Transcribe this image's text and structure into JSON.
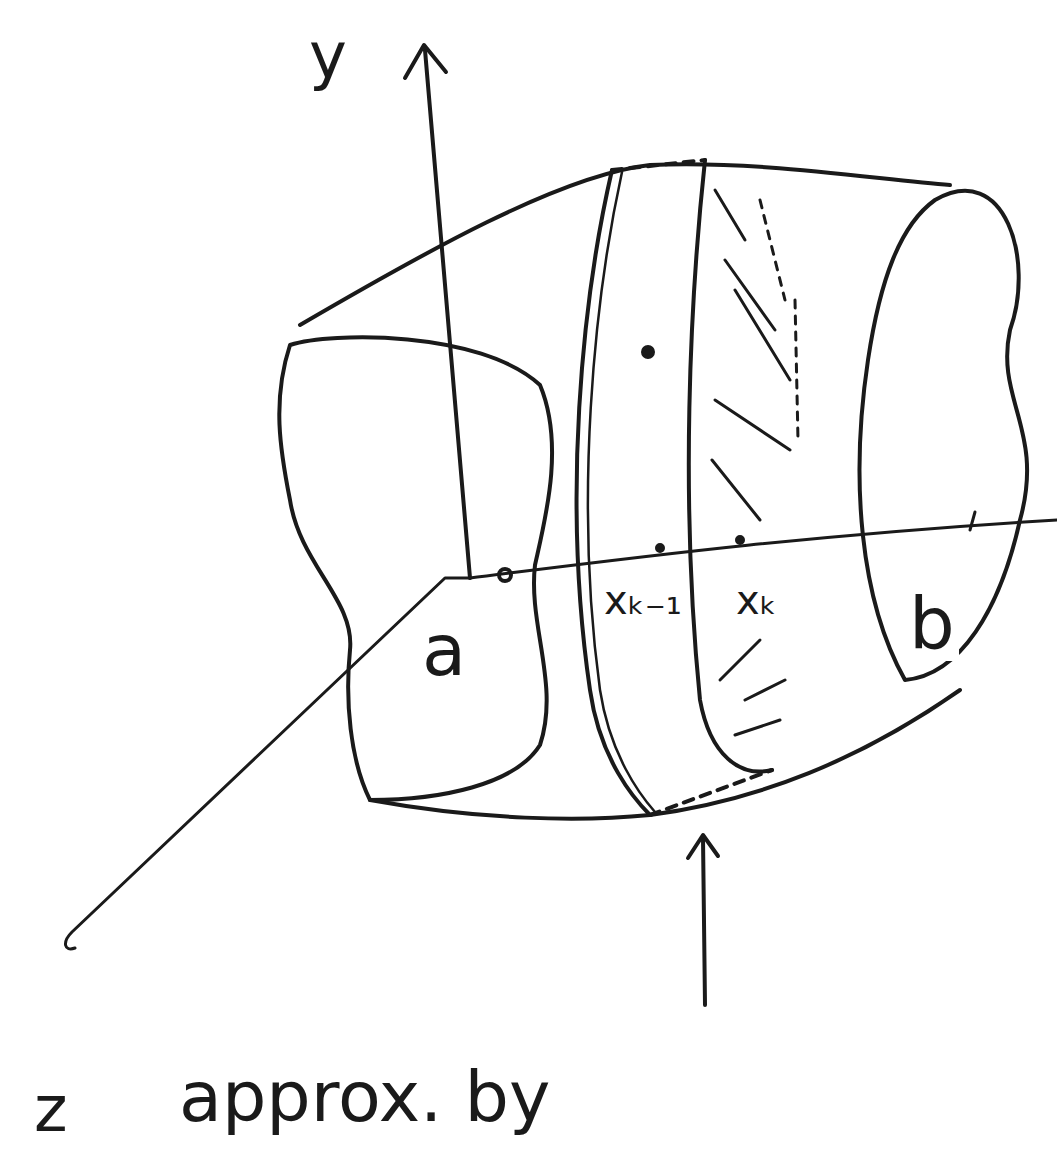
{
  "diagram": {
    "labels": [
      "y",
      "a",
      "xₖ₋₁",
      "xₖ",
      "b",
      "z",
      "approx. by"
    ]
  }
}
